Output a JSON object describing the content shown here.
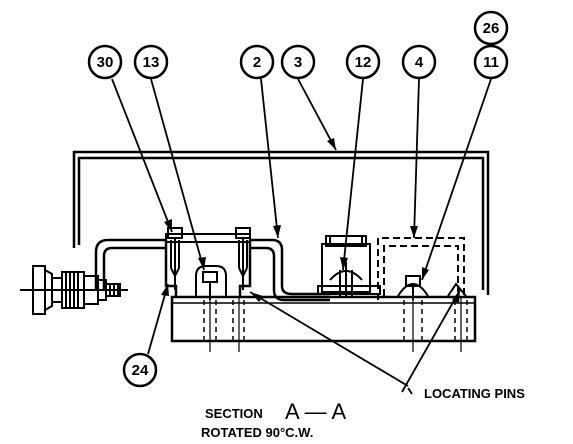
{
  "callouts": {
    "c30": "30",
    "c13": "13",
    "c2": "2",
    "c3": "3",
    "c12": "12",
    "c4": "4",
    "c11": "11",
    "c26": "26",
    "c24": "24"
  },
  "notes": {
    "locating_pins": "LOCATING PINS",
    "section_prefix": "SECTION",
    "section_id": "A — A",
    "rotated": "ROTATED 90°C.W."
  }
}
